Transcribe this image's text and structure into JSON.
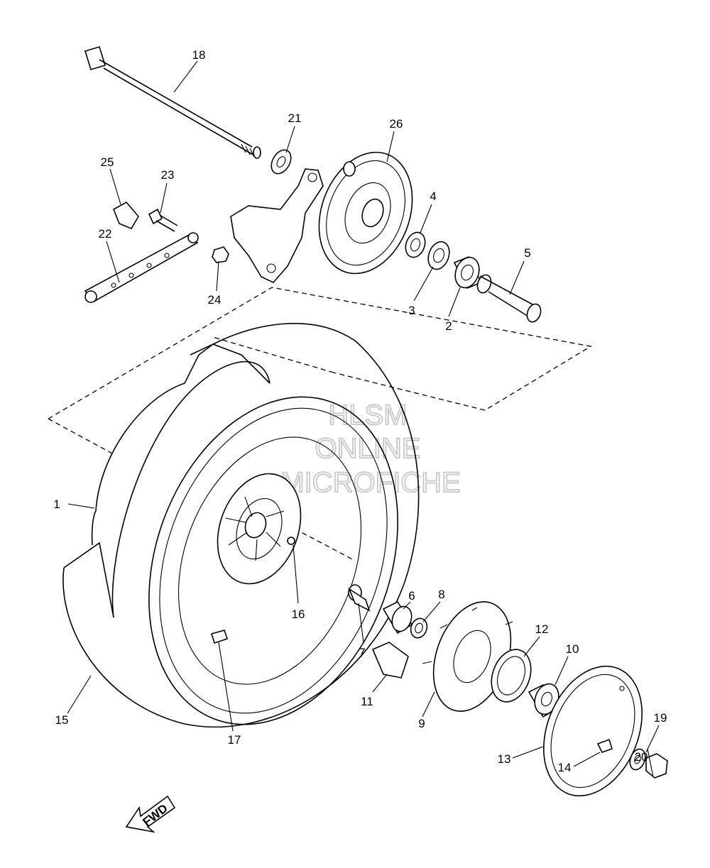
{
  "diagram": {
    "callouts": {
      "c1": "1",
      "c2": "2",
      "c3": "3",
      "c4": "4",
      "c5": "5",
      "c6": "6",
      "c7": "7",
      "c8": "8",
      "c9": "9",
      "c10": "10",
      "c11": "11",
      "c12": "12",
      "c13": "13",
      "c14": "14",
      "c15": "15",
      "c16": "16",
      "c17": "17",
      "c18": "18",
      "c19": "19",
      "c20": "20",
      "c21": "21",
      "c22": "22",
      "c23": "23",
      "c24": "24",
      "c25": "25",
      "c26": "26"
    },
    "fwd_arrow_label": "FWD"
  },
  "watermark": {
    "line1": "HLSM",
    "line2": "ONLINE",
    "line3": "MICROFICHE"
  }
}
